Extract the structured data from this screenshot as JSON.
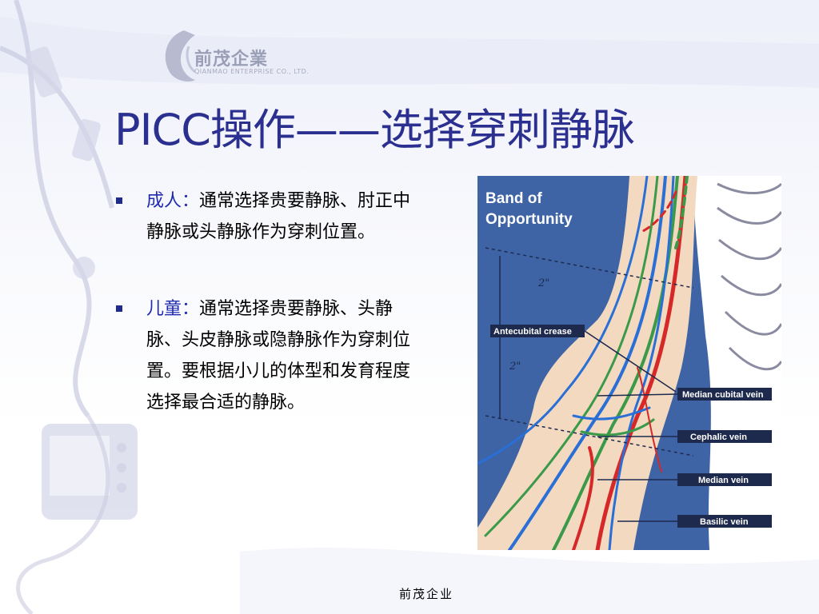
{
  "logo": {
    "text": "前茂企業",
    "subtext": "QIANMAO ENTERPRISE CO., LTD."
  },
  "title": "PICC操作——选择穿刺静脉",
  "bullets": [
    {
      "label": "成人：",
      "text": "通常选择贵要静脉、肘正中静脉或头静脉作为穿刺位置。"
    },
    {
      "label": "儿童：",
      "text": "通常选择贵要静脉、头静脉、头皮静脉或隐静脉作为穿刺位置。要根据小儿的体型和发育程度选择最合适的静脉。"
    }
  ],
  "figure": {
    "heading_line1": "Band of",
    "heading_line2": "Opportunity",
    "measure_top": "2\"",
    "measure_bottom": "2\"",
    "labels": {
      "antecubital": "Antecubital crease",
      "median_cubital": "Median cubital vein",
      "cephalic": "Cephalic vein",
      "median": "Median vein",
      "basilic": "Basilic vein"
    }
  },
  "footer": "前茂企业",
  "colors": {
    "title": "#2b2f8f",
    "label": "#1f2ab0",
    "figure_bg": "#3e64a6",
    "label_box": "#1d2a4e"
  }
}
